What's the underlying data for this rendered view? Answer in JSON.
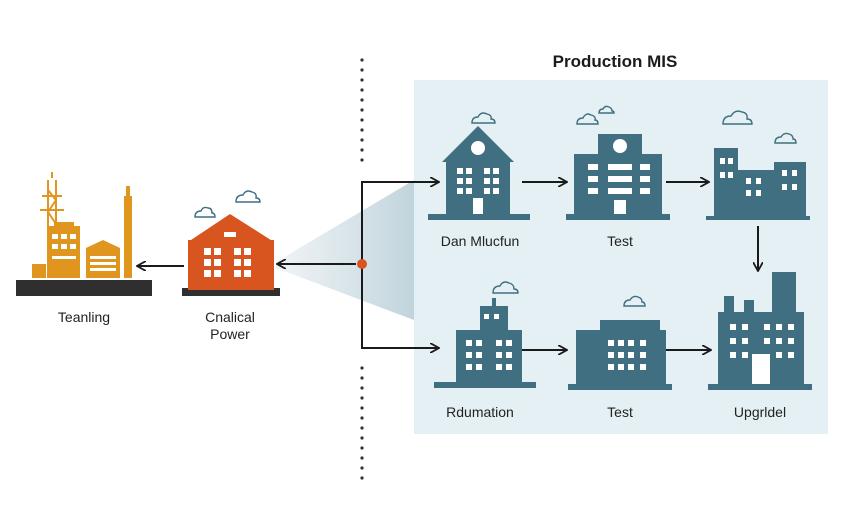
{
  "title": "Production MIS",
  "left_labels": {
    "terminal": "Teanling",
    "power": "Cnalical\nPower"
  },
  "panel_labels": {
    "top_1": "Dan Mlucfun",
    "top_2": "Test",
    "bottom_1": "Rdumation",
    "bottom_2": "Test",
    "bottom_3": "Upgrldel"
  },
  "colors": {
    "building_teal": "#3f6f80",
    "building_orange": "#d9551f",
    "industrial_orange": "#e0951f",
    "panel_bg": "#e4f0f3",
    "arrow": "#1a1a1a",
    "hub_dot": "#d9551f"
  }
}
